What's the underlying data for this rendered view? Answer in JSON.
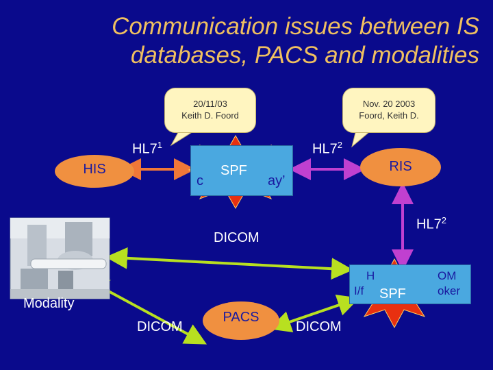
{
  "title": {
    "line1": "Communication issues between IS",
    "line2": "databases, PACS and modalities"
  },
  "callouts": {
    "left": {
      "line1": "20/11/03",
      "line2": "Keith D. Foord"
    },
    "right": {
      "line1": "Nov. 20 2003",
      "line2": "Foord, Keith D."
    }
  },
  "nodes": {
    "his": "HIS",
    "ris": "RIS",
    "pacs": "PACS",
    "modality": "Modality"
  },
  "gateway_box": {
    "text_left": "c",
    "text_right": "ay’"
  },
  "broker_box": {
    "line1_left": "H",
    "line1_right": "OM",
    "line2_left": "I/f",
    "line2_right": "oker"
  },
  "links": {
    "his_gateway": {
      "label": "HL7",
      "sup": "1"
    },
    "gateway_ris": {
      "label": "HL7",
      "sup": "2"
    },
    "ris_broker": {
      "label": "HL7",
      "sup": "2"
    },
    "dicom_top": "DICOM",
    "dicom_left": "DICOM",
    "dicom_right": "DICOM"
  },
  "spf": {
    "top": "SPF",
    "bottom": "SPF"
  },
  "colors": {
    "background": "#0a0a8c",
    "title": "#f0c060",
    "node_fill": "#f09040",
    "box_fill": "#4aa8e0",
    "arrow_hl7_1": "#f07838",
    "arrow_hl7_2": "#c040d0",
    "arrow_dicom": "#b8e020",
    "spf_fill": "#e83010"
  }
}
